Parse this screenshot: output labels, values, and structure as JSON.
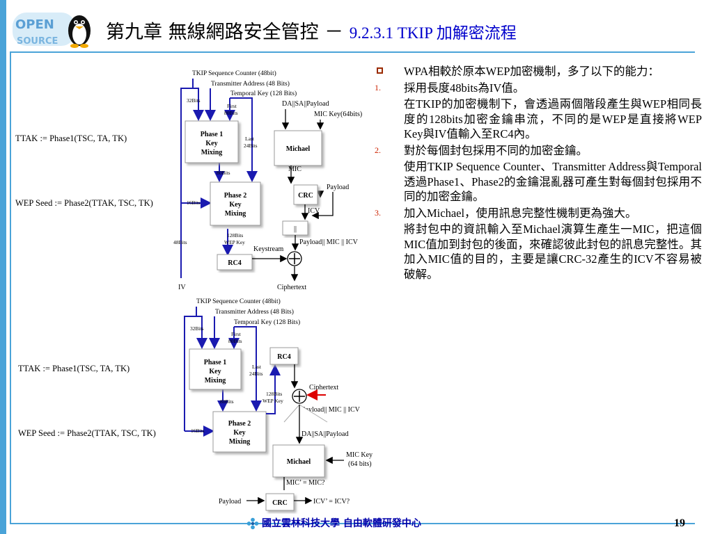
{
  "header": {
    "title_main": "第九章 無線網路安全管控 － ",
    "title_sub": "9.2.3.1 TKIP 加解密流程",
    "logo_text_top": "OPEN",
    "logo_text_bottom": "SOURCE"
  },
  "diagram_top": {
    "tsc": "TKIP Sequence Counter (48bit)",
    "ta": "Transmitter Address (48 Bits)",
    "tk": "Temporal Key (128 Bits)",
    "bits32": "32Bits",
    "first80": [
      "First",
      "80Bits"
    ],
    "last24": [
      "Last",
      "24Bits"
    ],
    "phase1": [
      "Phase 1",
      "Key",
      "Mixing"
    ],
    "bits80": "80Bits",
    "phase2": [
      "Phase 2",
      "Key",
      "Mixing"
    ],
    "bits16": "16Bits",
    "wepkey": [
      "128Bits",
      "WEP Key"
    ],
    "bits48": "48Bits",
    "rc4": "RC4",
    "iv": "IV",
    "keystream": "Keystream",
    "ciphertext": "Ciphertext",
    "dasa": "DA||SA||Payload",
    "mickey": "MIC Key(64bits)",
    "michael": "Michael",
    "mic": "MIC",
    "payload": "Payload",
    "crc": "CRC",
    "icv": "ICV",
    "concat": "||",
    "plmicicv": "Payload|| MIC || ICV",
    "ttak": "TTAK := Phase1(TSC, TA, TK)",
    "wepseed": "WEP Seed := Phase2(TTAK, TSC, TK)"
  },
  "diagram_bottom": {
    "tsc": "TKIP Sequence Counter (48bit)",
    "ta": "Transmitter Address (48 Bits)",
    "tk": "Temporal Key (128 Bits)",
    "bits32": "32Bits",
    "first80": [
      "First",
      "80Bits"
    ],
    "last24": [
      "Last",
      "24Bits"
    ],
    "phase1": [
      "Phase 1",
      "Key",
      "Mixing"
    ],
    "bits80": "80Bits",
    "phase2": [
      "Phase 2",
      "Key",
      "Mixing"
    ],
    "bits16": "16Bits",
    "wepkey": [
      "128Bits",
      "WEP Key"
    ],
    "rc4": "RC4",
    "ciphertext": "Ciphertext",
    "plmicicv": "Payload|| MIC || ICV",
    "dasa": "DA||SA||Payload",
    "mickey": [
      "MIC Key",
      "(64 bits)"
    ],
    "michael": "Michael",
    "mic_check": "MIC’ = MIC?",
    "payload": "Payload",
    "crc": "CRC",
    "icv_check": "ICV’ = ICV?",
    "ttak": "TTAK := Phase1(TSC, TA, TK)",
    "wepseed": "WEP Seed := Phase2(TTAK, TSC, TK)"
  },
  "text": {
    "b0": "WPA相較於原本WEP加密機制，多了以下的能力：",
    "n1": "1.",
    "b1": "採用長度48bits為IV值。",
    "p1": "在TKIP的加密機制下，會透過兩個階段產生與WEP相同長度的128bits加密金鑰串流，不同的是WEP是直接將WEP Key與IV值輸入至RC4內。",
    "n2": "2.",
    "b2": "對於每個封包採用不同的加密金鑰。",
    "p2": "使用TKIP Sequence Counter、Transmitter Address與Temporal透過Phase1、Phase2的金鑰混亂器可產生對每個封包採用不同的加密金鑰。",
    "n3": "3.",
    "b3": "加入Michael，使用訊息完整性機制更為強大。",
    "p3": "將封包中的資訊輸入至Michael演算生產生一MIC，把這個MIC值加到封包的後面，來確認彼此封包的訊息完整性。其加入MIC值的目的，主要是讓CRC-32產生的ICV不容易被破解。"
  },
  "footer": {
    "org": "國立雲林科技大學 自由軟體研發中心",
    "page": "19"
  },
  "colors": {
    "accent": "#4aa3d8",
    "line": "#1a1ab0",
    "title_sub": "#0000cc",
    "arrow_red": "#dd0000"
  }
}
